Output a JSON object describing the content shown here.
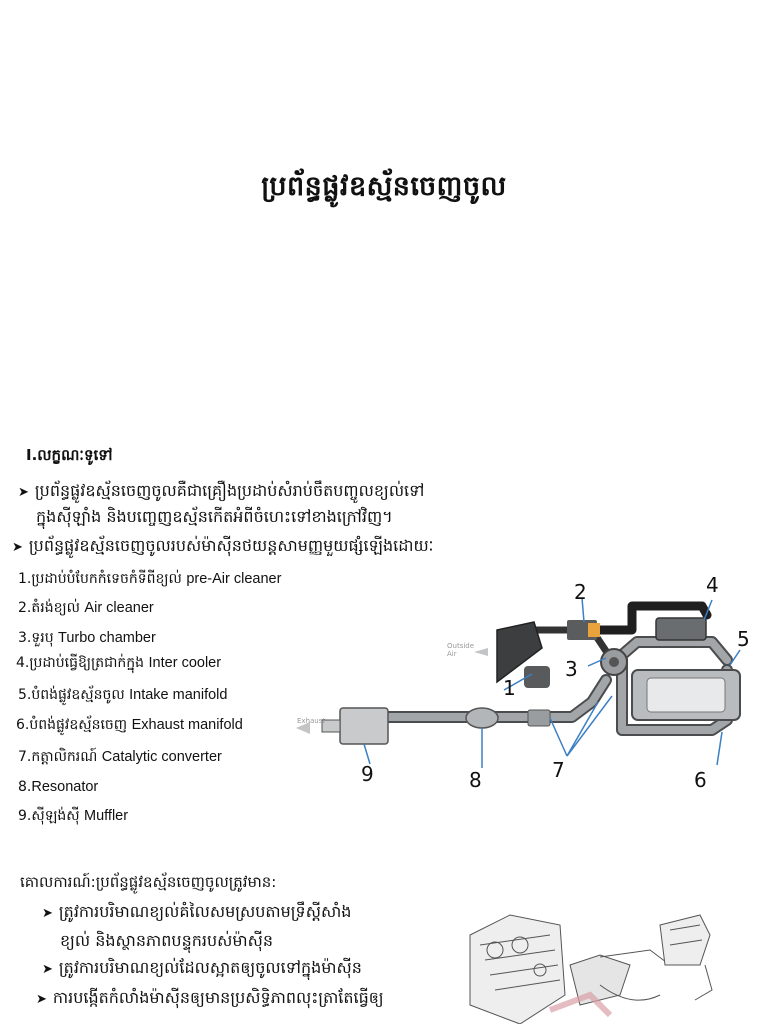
{
  "title": "ប្រព័ន្ធផ្លូវឧស្ម័នចេញចូល",
  "section": {
    "heading": "I.លក្ខណៈទូទៅ",
    "bullets": [
      "ប្រព័ន្ធផ្លូវឧស្ម័នចេញចូលគឺជាគ្រឿងប្រដាប់សំរាប់ចឹតបញ្ចូលខ្យល់ទៅ",
      "ក្នុងស៊ីឡាំង និងបញ្ចេញឧស្ម័នកើតអំពីចំហេះទៅខាងក្រៅវិញ។",
      "ប្រព័ន្ធផ្លូវឧស្ម័នចេញចូលរបស់ម៉ាស៊ីនថយន្តសាមញ្ញមួយផ្សំឡើងដោយៈ"
    ]
  },
  "components": [
    {
      "kh": "1.ប្រដាប់បំបែកកំទេចកំទីពីខ្យល់",
      "en": "pre-Air cleaner"
    },
    {
      "kh": "2.តំរង់ខ្យល់",
      "en": "Air cleaner"
    },
    {
      "kh": "3.ទួរបុ",
      "en": "Turbo chamber"
    },
    {
      "kh": "4.ប្រដាប់ធ្វើឱ្យត្រជាក់ក្នុង",
      "en": "Inter cooler"
    },
    {
      "kh": "5.បំពង់ផ្លូវឧស្ម័នចូល",
      "en": "Intake manifold"
    },
    {
      "kh": "6.បំពង់ផ្លូវឧស្ម័នចេញ",
      "en": "Exhaust manifold"
    },
    {
      "kh": "7.កត្តាលិករណ៍",
      "en": "Catalytic converter"
    },
    {
      "kh": "8.",
      "en": "Resonator"
    },
    {
      "kh": "9.ស៊ីឡង់ស៊ី",
      "en": "Muffler"
    }
  ],
  "diagram": {
    "outside_air_label": "Outside Air",
    "exhaust_label": "Exhaust",
    "numbers": [
      "1",
      "2",
      "3",
      "4",
      "5",
      "6",
      "7",
      "8",
      "9"
    ],
    "colors": {
      "pipe": "#8f9294",
      "pipe_dark": "#4a4c4e",
      "accent": "#e8a33c",
      "callout": "#3b7fc4"
    }
  },
  "purpose": {
    "heading": "គោលការណ៍:ប្រព័ន្ធផ្លូវឧស្ម័នចេញចូលត្រូវមាន:",
    "items": [
      "ត្រូវការបរិមាណខ្យល់គំលៃសមស្របតាមទ្រឹស្តីសាំង",
      "ខ្យល់ និងស្ថានភាពបន្ទុករបស់ម៉ាស៊ីន",
      "ត្រូវការបរិមាណខ្យល់ដែលស្អាតឲ្យចូលទៅក្នុងម៉ាស៊ីន",
      "ការបង្កើតកំលាំងម៉ាស៊ីនឲ្យមានប្រសិទ្ធិភាពលុះត្រាតែធ្វើឲ្យ"
    ]
  }
}
